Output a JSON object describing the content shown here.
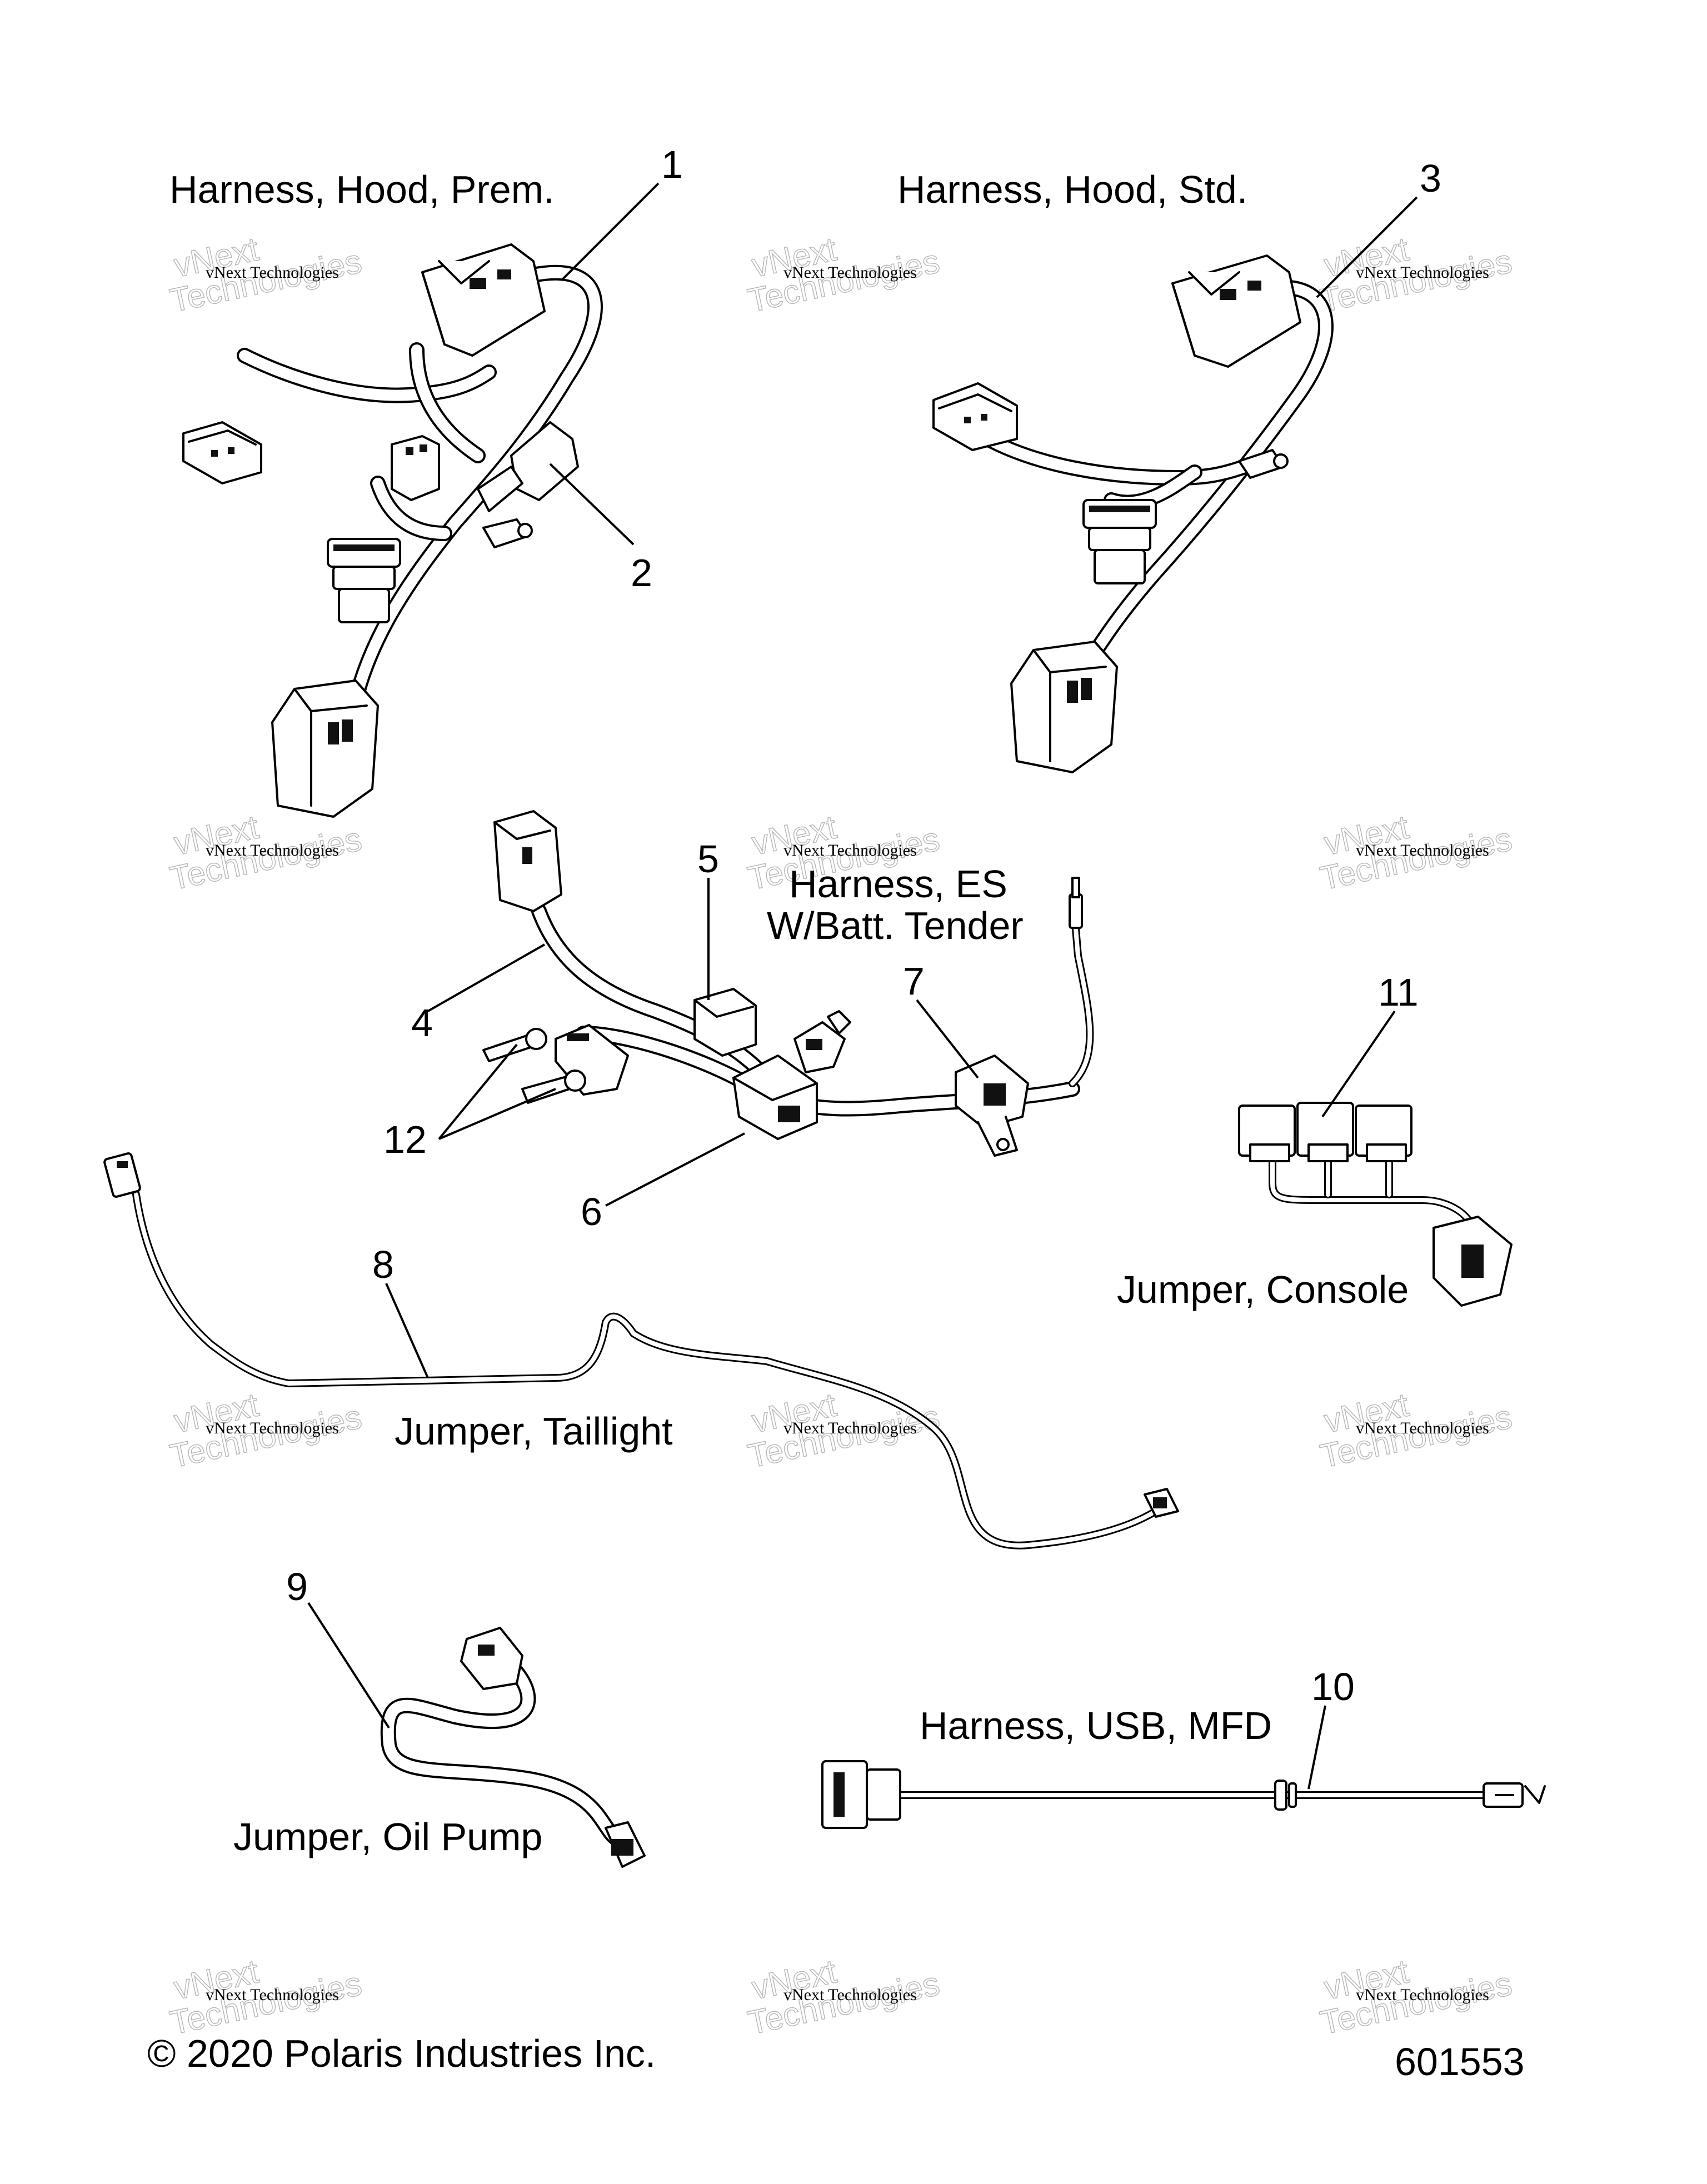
{
  "labels": {
    "harness_hood_prem": "Harness, Hood, Prem.",
    "harness_hood_std": "Harness, Hood, Std.",
    "harness_es_line1": "Harness, ES",
    "harness_es_line2": "W/Batt. Tender",
    "jumper_console": "Jumper, Console",
    "jumper_taillight": "Jumper, Taillight",
    "jumper_oil_pump": "Jumper, Oil Pump",
    "harness_usb_mfd": "Harness, USB, MFD"
  },
  "callouts": {
    "c1": "1",
    "c2": "2",
    "c3": "3",
    "c4": "4",
    "c5": "5",
    "c6": "6",
    "c7": "7",
    "c8": "8",
    "c9": "9",
    "c10": "10",
    "c11": "11",
    "c12": "12"
  },
  "watermark": {
    "line1": "vNext Technologies",
    "line2": "vNext",
    "line3": "Technologies"
  },
  "footer": {
    "copyright": "© 2020 Polaris Industries Inc.",
    "figure_number": "601553"
  }
}
